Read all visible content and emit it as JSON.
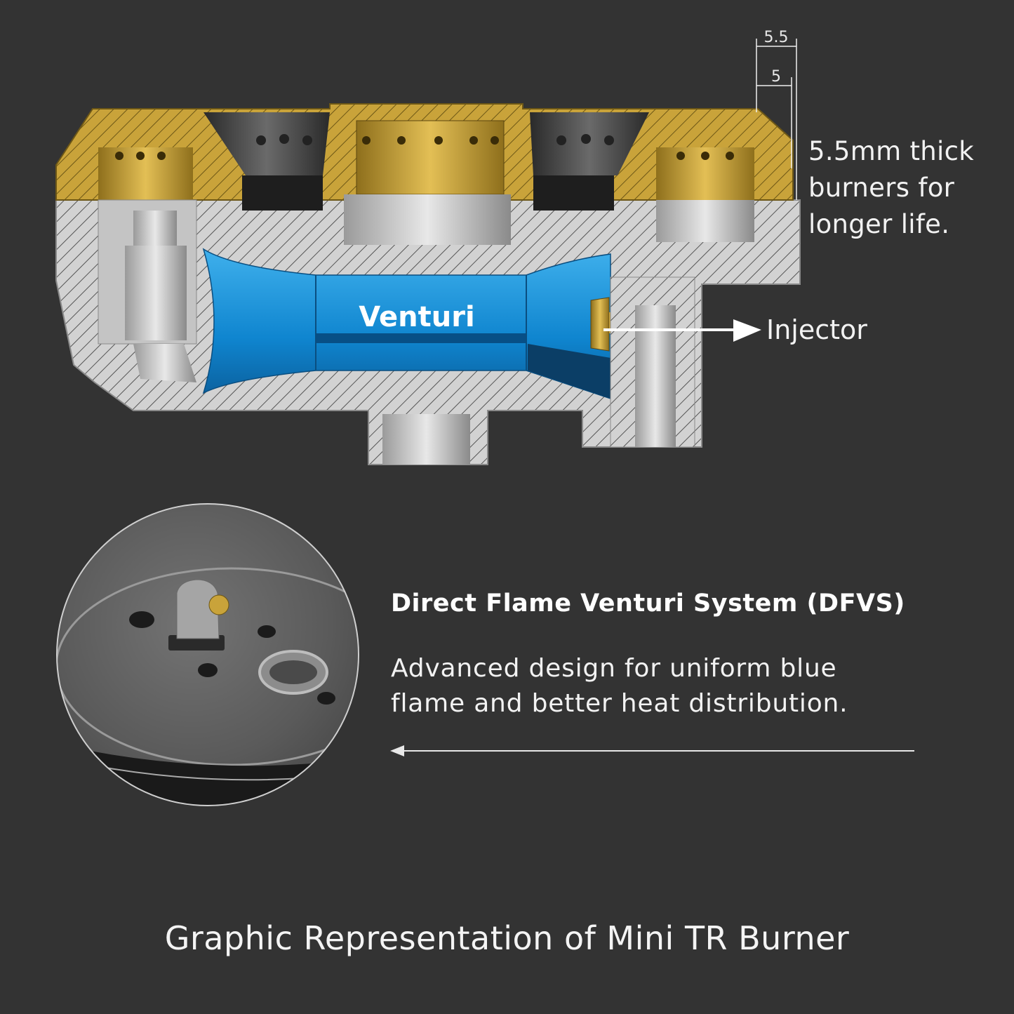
{
  "diagram": {
    "dimension_outer": "5.5",
    "dimension_inner": "5",
    "thickness_note_lines": [
      "5.5mm thick",
      "burners for",
      "longer life."
    ],
    "venturi_label": "Venturi",
    "injector_label": "Injector"
  },
  "feature": {
    "title": "Direct Flame Venturi System (DFVS)",
    "description_lines": [
      "Advanced design for uniform blue",
      "flame and better heat distribution."
    ]
  },
  "footer": {
    "caption": "Graphic Representation of Mini TR Burner"
  },
  "colors": {
    "background": "#333333",
    "brass": "#c9a33a",
    "steel": "#c8c8c8",
    "venturi_blue": "#1a8fd6",
    "text": "#ffffff"
  }
}
